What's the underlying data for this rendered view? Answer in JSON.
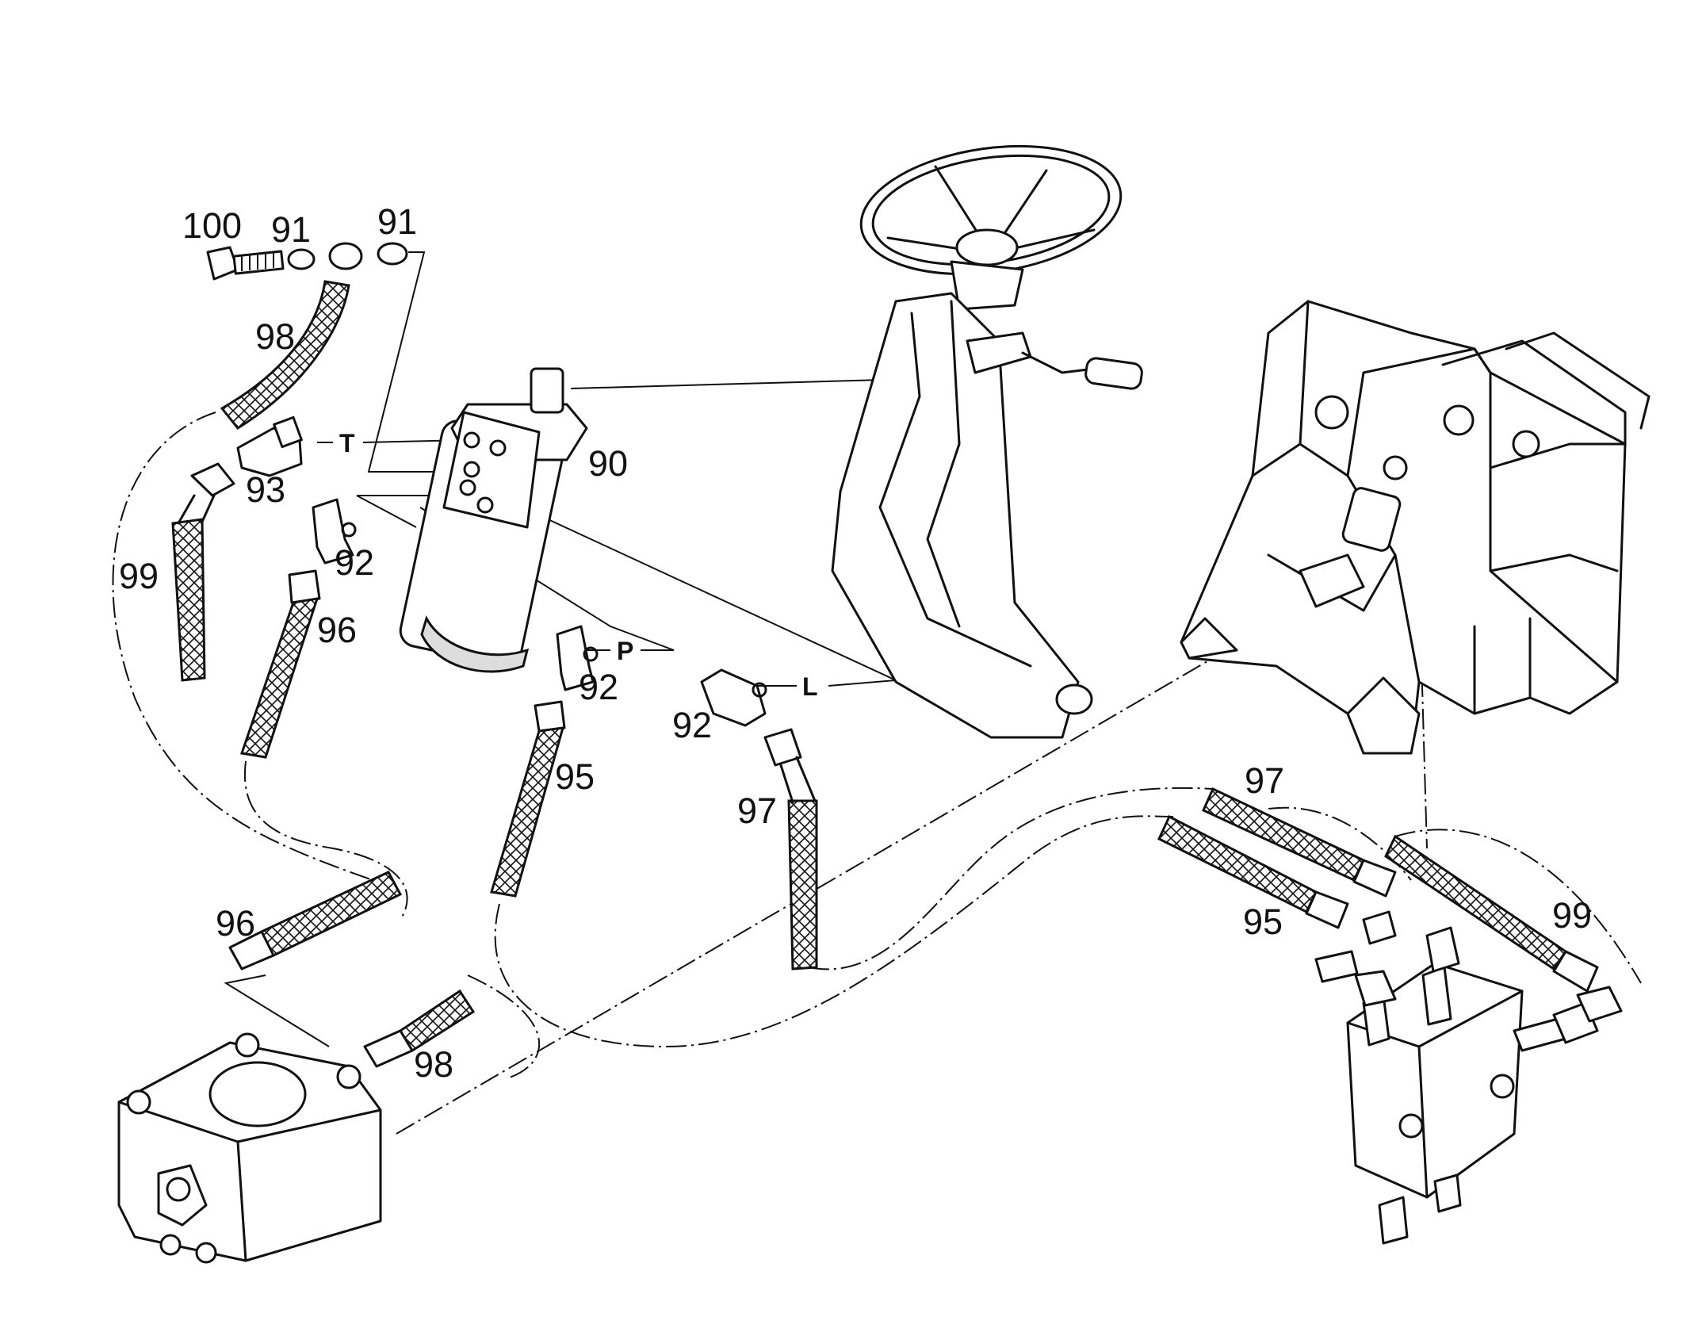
{
  "callouts": {
    "c100": "100",
    "c91a": "91",
    "c91b": "91",
    "c98a": "98",
    "c93": "93",
    "c90": "90",
    "c99a": "99",
    "c92a": "92",
    "c96a": "96",
    "c92b": "92",
    "c92c": "92",
    "c95a": "95",
    "c97a": "97",
    "c97b": "97",
    "c95b": "95",
    "c99b": "99",
    "c96b": "96",
    "c98b": "98"
  },
  "ports": {
    "t": "T",
    "p": "P",
    "l": "L"
  },
  "icons": {
    "steering_wheel": "steering-wheel-icon",
    "steering_column": "steering-column-icon",
    "steering_unit": "steering-unit-icon",
    "pump": "hydraulic-pump-icon",
    "valve_block": "valve-block-icon",
    "frame": "frame-icon"
  }
}
